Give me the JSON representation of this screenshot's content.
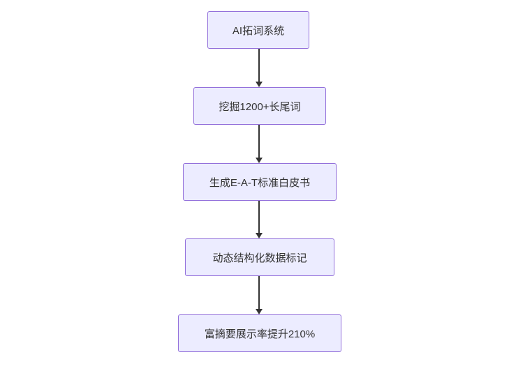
{
  "diagram": {
    "type": "flowchart",
    "direction": "top-down",
    "nodes": [
      {
        "id": "n1",
        "label": "AI拓词系统"
      },
      {
        "id": "n2",
        "label": "挖掘1200+长尾词"
      },
      {
        "id": "n3",
        "label": "生成E-A-T标准白皮书"
      },
      {
        "id": "n4",
        "label": "动态结构化数据标记"
      },
      {
        "id": "n5",
        "label": "富摘要展示率提升210%"
      }
    ],
    "edges": [
      {
        "from": "n1",
        "to": "n2"
      },
      {
        "from": "n2",
        "to": "n3"
      },
      {
        "from": "n3",
        "to": "n4"
      },
      {
        "from": "n4",
        "to": "n5"
      }
    ],
    "colors": {
      "node_fill": "#ECECFF",
      "node_border": "#9370DB",
      "arrow": "#333333",
      "text": "#333333",
      "background": "#FFFFFF"
    }
  }
}
